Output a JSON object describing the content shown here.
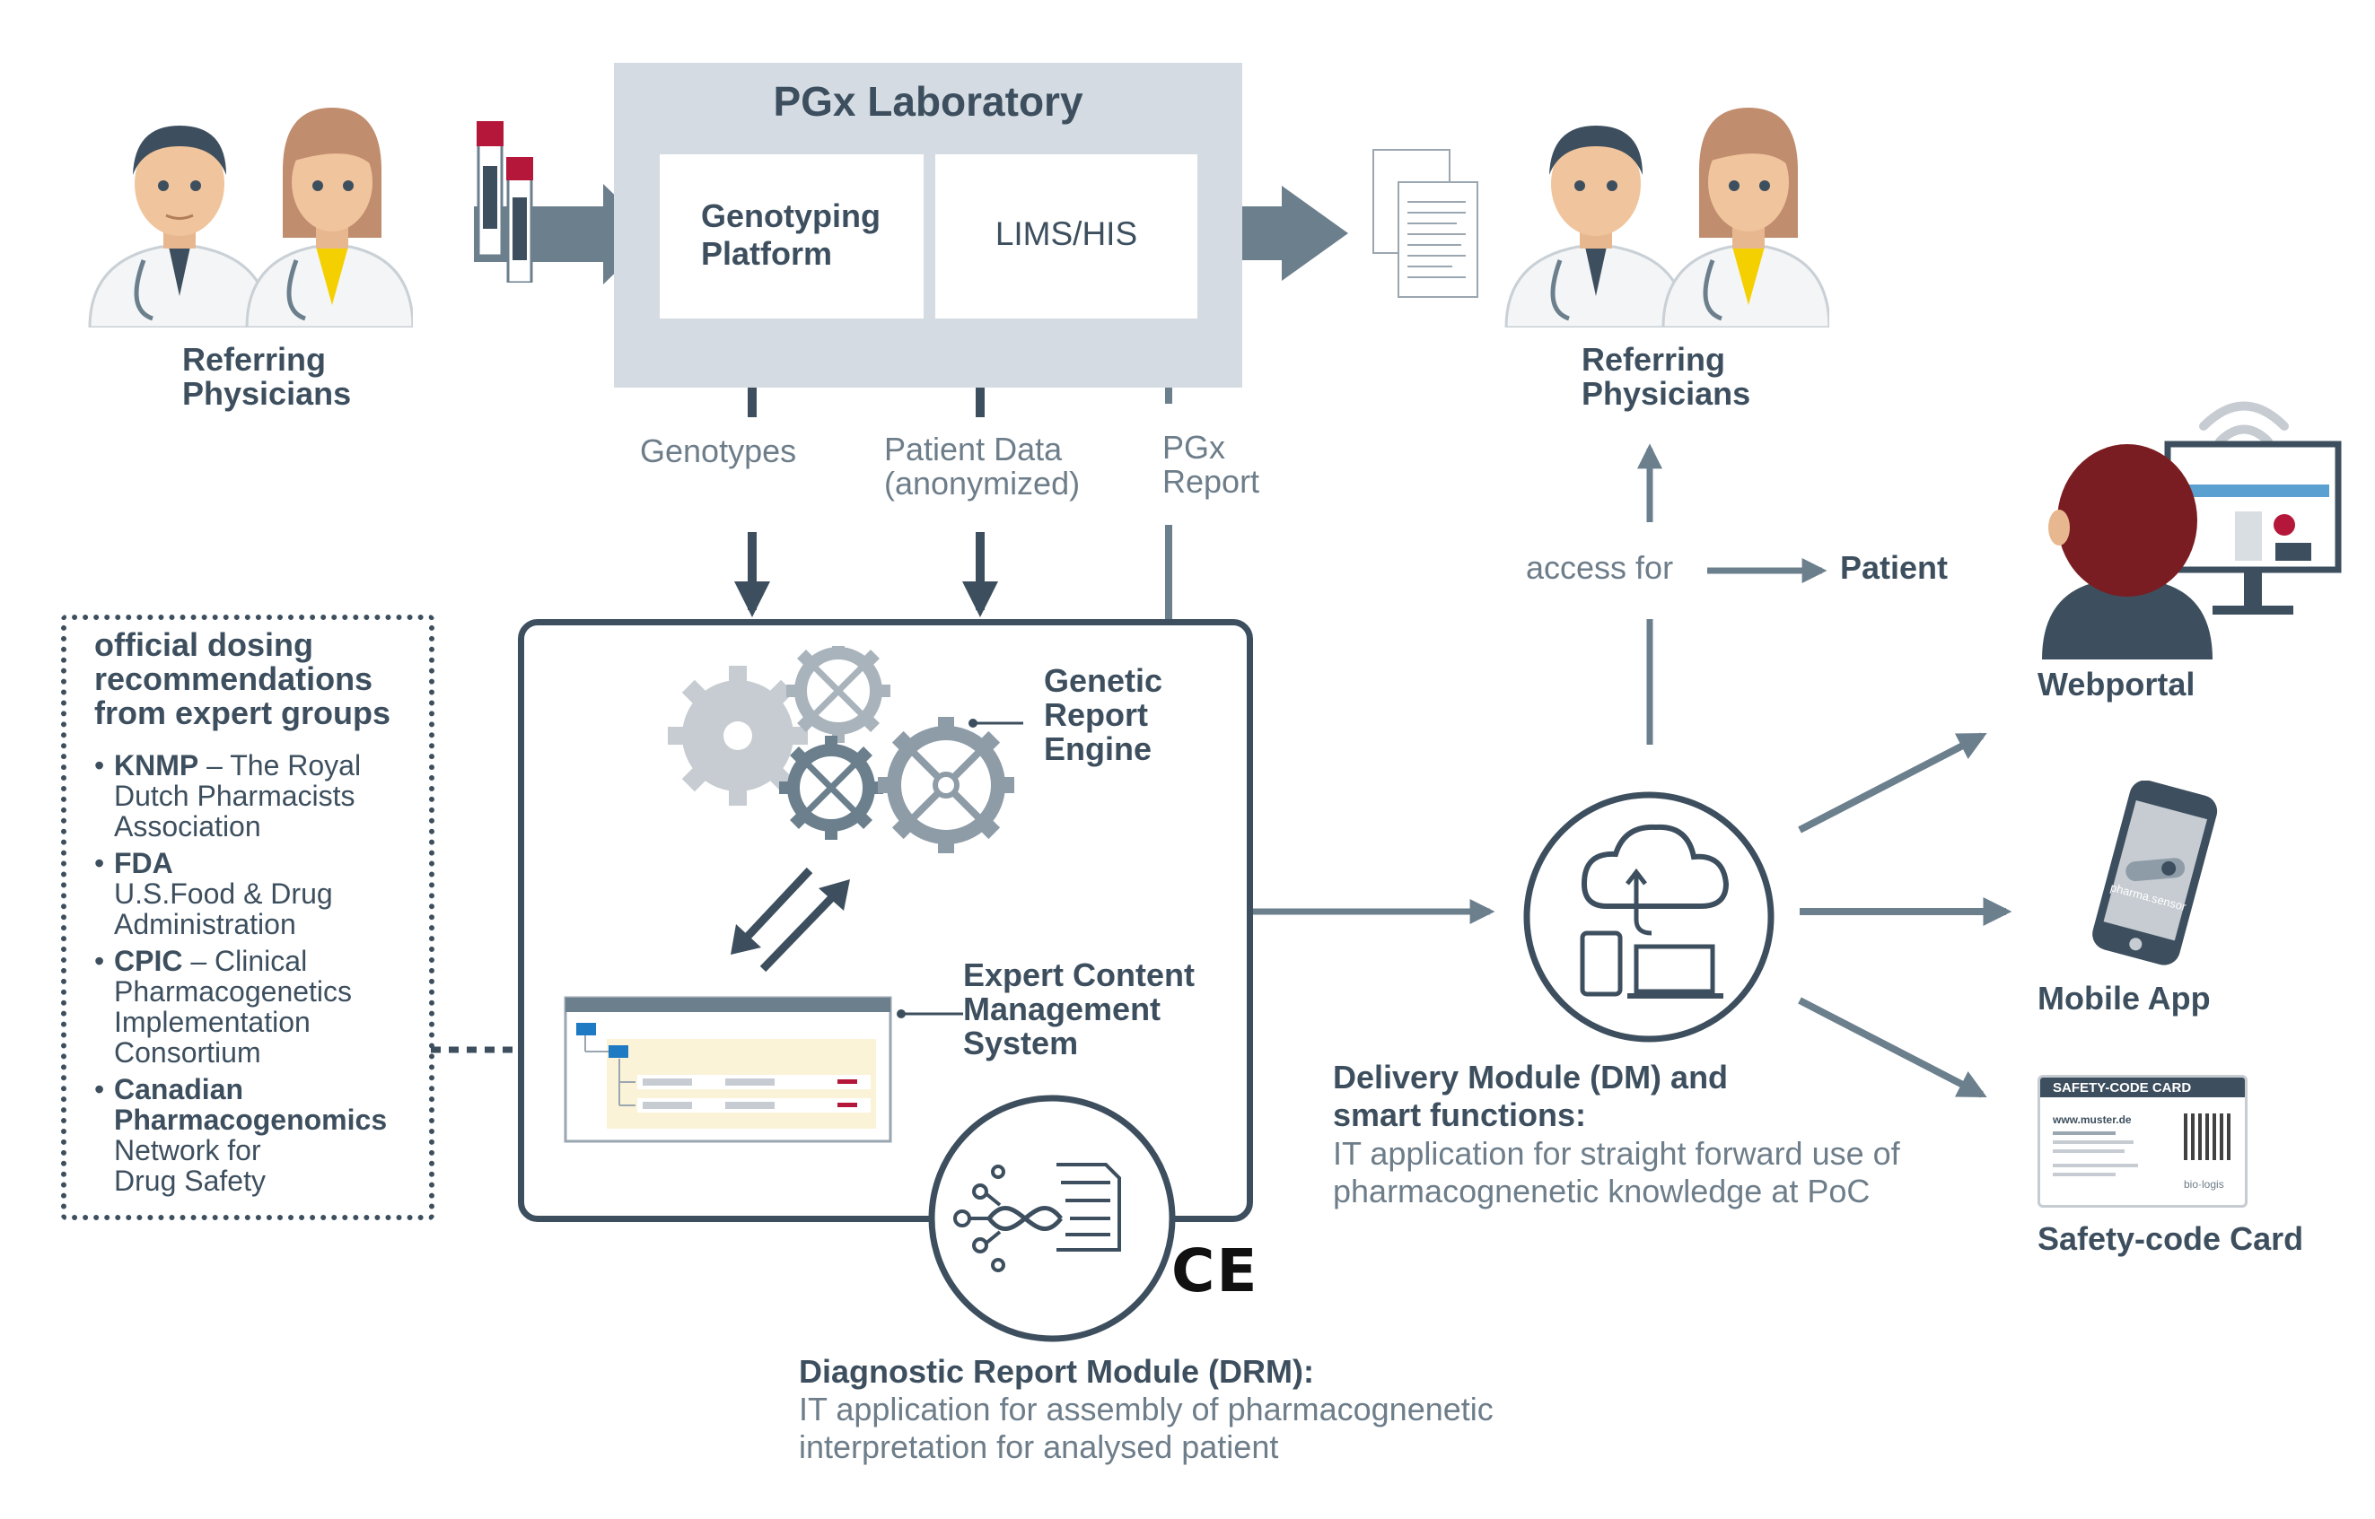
{
  "lab": {
    "title": "PGx Laboratory",
    "genotyping": "Genotyping\nPlatform",
    "lims": "LIMS/HIS"
  },
  "physicians_left": "Referring\nPhysicians",
  "physicians_right": "Referring\nPhysicians",
  "flows": {
    "genotypes": "Genotypes",
    "patient_data": "Patient Data\n(anonymized)",
    "pgx_report": "PGx\nReport",
    "access_for": "access for",
    "patient": "Patient"
  },
  "guidelines": {
    "title": "official dosing\nrecommendations\nfrom expert groups",
    "items": [
      {
        "bold": "KNMP",
        "rest": " – The Royal",
        "lines": "Dutch Pharmacists\nAssociation"
      },
      {
        "bold": "FDA",
        "rest": "",
        "lines": "U.S.Food & Drug\nAdministration"
      },
      {
        "bold": "CPIC",
        "rest": " – Clinical",
        "lines": "Pharmacogenetics\nImplementation\nConsortium"
      },
      {
        "bold": "Canadian\nPharmacogenomics",
        "rest": "",
        "lines": "Network for\nDrug Safety"
      }
    ]
  },
  "engine": {
    "genetic": "Genetic\nReport\nEngine",
    "ecms": "Expert Content\nManagement\nSystem",
    "ce": "CE"
  },
  "drm": {
    "title": "Diagnostic Report Module (DRM):",
    "desc": "IT application for assembly of pharmacognenetic\ninterpretation for analysed patient"
  },
  "dm": {
    "title": "Delivery Module (DM) and\nsmart functions:",
    "desc": "IT application for straight forward use of\npharmacognenetic knowledge at PoC"
  },
  "outputs": {
    "webportal": "Webportal",
    "mobile_app": "Mobile App",
    "card_label": "Safety-code Card",
    "card_header": "SAFETY-CODE CARD",
    "card_url": "www.muster.de",
    "app_brand": "pharma.sensor",
    "card_brand": "bio·logis"
  },
  "colors": {
    "dark": "#3d4f5e",
    "grey": "#6d7d89",
    "lab_bg": "#d5dbe2",
    "arrow": "#6b7f8d",
    "accent_red": "#b5173a",
    "hair": "#7a1d22"
  }
}
